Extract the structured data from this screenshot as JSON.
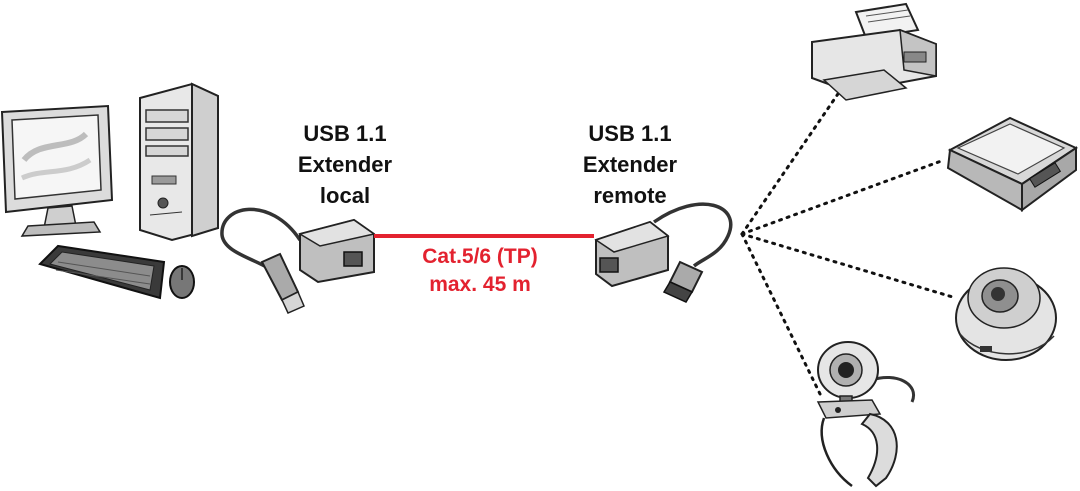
{
  "local_unit": {
    "line1": "USB 1.1",
    "line2": "Extender",
    "line3": "local"
  },
  "remote_unit": {
    "line1": "USB 1.1",
    "line2": "Extender",
    "line3": "remote"
  },
  "cable": {
    "type": "Cat.5/6 (TP)",
    "distance": "max. 45 m",
    "color": "#e3222f"
  },
  "devices": {
    "host": "desktop-computer",
    "peripherals": [
      "printer",
      "scanner",
      "dome-camera",
      "webcam"
    ]
  },
  "colors": {
    "cable": "#e3222f",
    "connection_dots": "#111111"
  }
}
